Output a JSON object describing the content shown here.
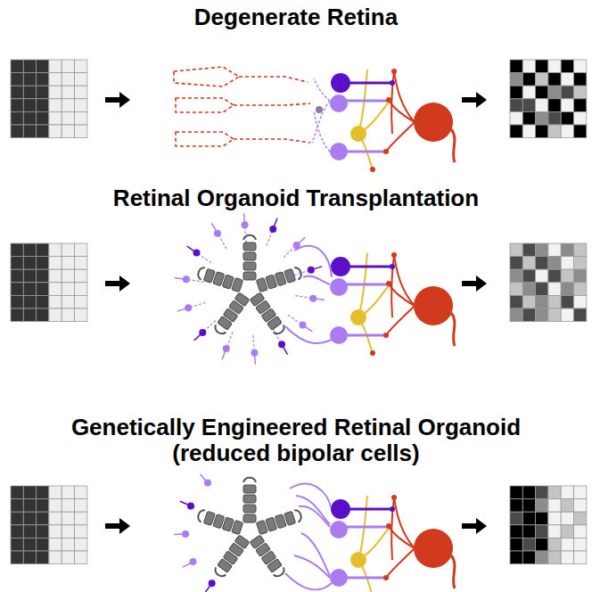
{
  "diagram": {
    "labels": [
      "Degenerate Retina",
      "Retinal Organoid Transplantation",
      "Genetically Engineered Retinal Organoid (reduced bipolar cells)"
    ]
  }
}
